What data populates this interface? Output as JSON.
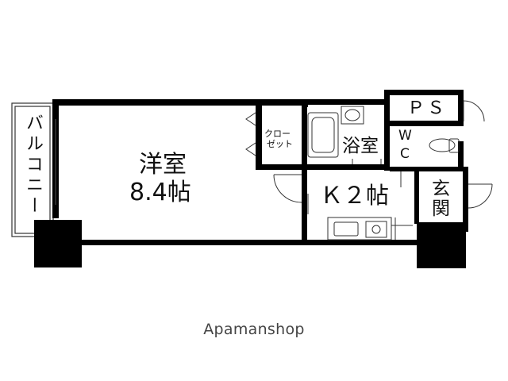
{
  "rooms": {
    "balcony": "バルコニー",
    "western_room_name": "洋室",
    "western_room_size": "8.4帖",
    "closet": [
      "クロー",
      "ゼット"
    ],
    "bath": "浴室",
    "ps": "ＰＳ",
    "wc": [
      "W",
      "C"
    ],
    "kitchen": "Ｋ２帖",
    "entrance": [
      "玄",
      "関"
    ]
  },
  "watermark": "Apamanshop",
  "colors": {
    "wall": "#000000",
    "line": "#333333",
    "background": "#ffffff",
    "watermark": "#444444"
  }
}
